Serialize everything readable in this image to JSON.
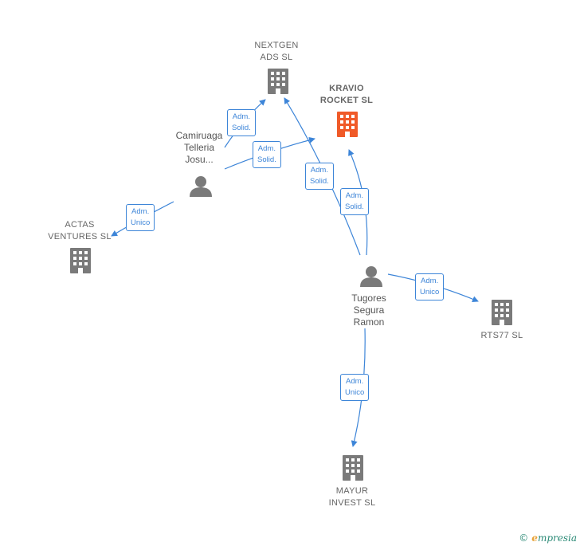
{
  "companies": {
    "nextgen": "NEXTGEN\nADS  SL",
    "kravio": "KRAVIO\nROCKET  SL",
    "actas": "ACTAS\nVENTURES  SL",
    "rts77": "RTS77  SL",
    "mayur": "MAYUR\nINVEST  SL"
  },
  "persons": {
    "camiruaga": "Camiruaga\nTelleria\nJosu...",
    "tugores": "Tugores\nSegura\nRamon"
  },
  "relations": {
    "r1": "Adm.\nSolid.",
    "r2": "Adm.\nSolid.",
    "r3": "Adm.\nUnico",
    "r4": "Adm.\nSolid.",
    "r5": "Adm.\nSolid.",
    "r6": "Adm.\nUnico",
    "r7": "Adm.\nUnico"
  },
  "colors": {
    "edge": "#3d85d8",
    "company": "#7a7a7a",
    "highlight": "#f05a28",
    "person": "#7a7a7a"
  },
  "footer": {
    "copyright": "©",
    "brand_initial": "e",
    "brand_rest": "mpresia"
  }
}
